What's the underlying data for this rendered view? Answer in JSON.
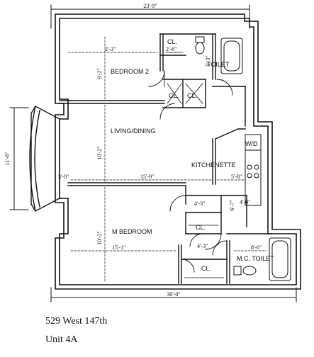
{
  "plan": {
    "overall_width": "23'-9\"",
    "bottom_width": "30'-0\"",
    "left_height": "11'-8\"",
    "rooms": {
      "bedroom2": "BEDROOM 2",
      "living": "LIVING/DINING",
      "kitchen": "KITCHENETTE",
      "master": "M BEDROOM",
      "toilet": "TOILET",
      "mc_toilet": "M.C. TOILET",
      "wd": "W/D",
      "closet": "CL."
    },
    "dimensions": {
      "bed2_w": "2'-3\"",
      "bed2_h": "9'-2\"",
      "cl_top": "2'-6\"",
      "toilet_v": "5'-3\"",
      "living_h": "10'-2\"",
      "living_w": "15'-9\"",
      "bay": "3'-0\"",
      "kitchen_w": "5'-8\"",
      "closet_a": "4'-3\"",
      "closet_b": "6'-7\"",
      "closet_c": "4'-0\"",
      "closet_d": "4'-3\"",
      "master_h": "10'-2\"",
      "master_w": "15'-1\"",
      "mc_w": "8'-0\""
    }
  },
  "caption": {
    "address": "529 West 147th",
    "unit": "Unit 4A"
  }
}
